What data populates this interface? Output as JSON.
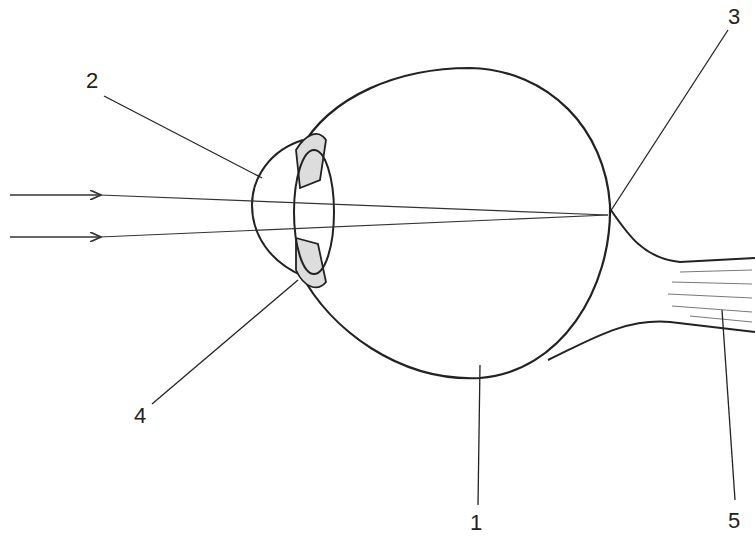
{
  "diagram": {
    "labels": [
      "2",
      "3",
      "4",
      "1",
      "5"
    ]
  }
}
